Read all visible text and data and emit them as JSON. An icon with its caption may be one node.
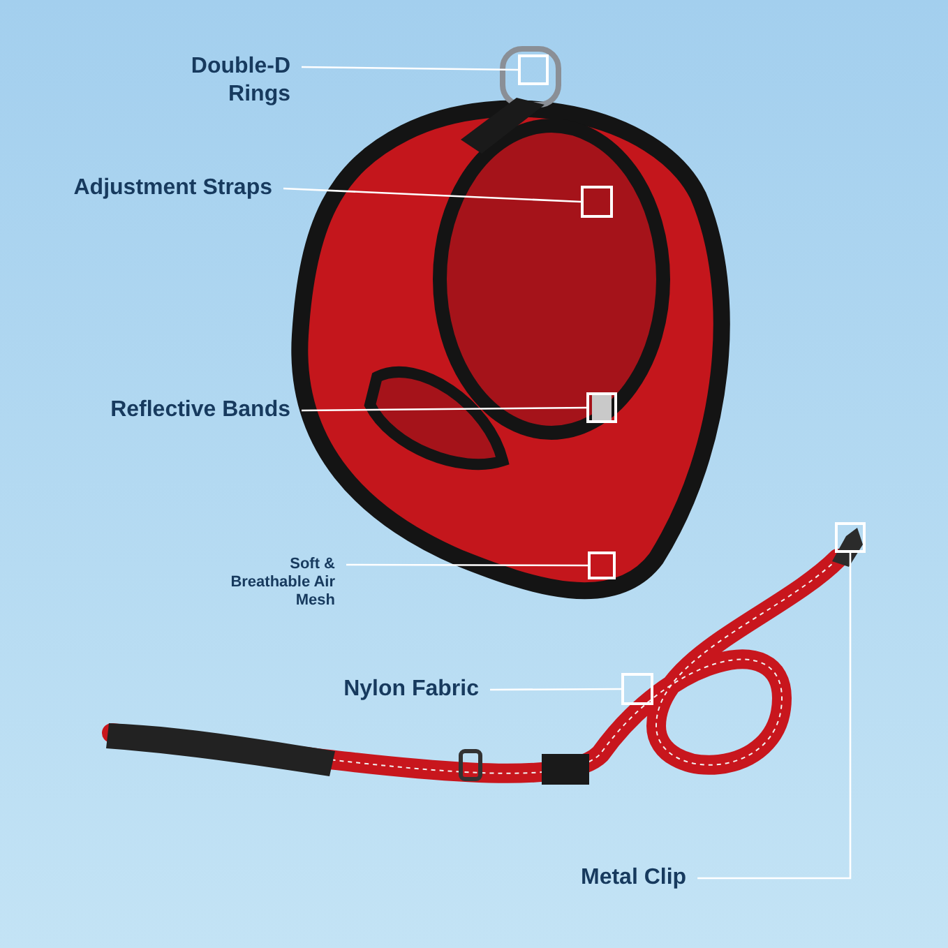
{
  "diagram": {
    "nodes": [
      {
        "text": [
          "Double-D Rings"
        ]
      },
      {
        "text": [],
        "shape": "box"
      },
      {
        "text": [
          "Adjustment Straps"
        ]
      },
      {
        "text": [],
        "shape": "box"
      },
      {
        "text": [
          "Reflective Bands"
        ]
      },
      {
        "text": [],
        "shape": "box"
      },
      {
        "text": [
          "Soft & Breathable Air Mesh"
        ]
      },
      {
        "text": [],
        "shape": "box"
      },
      {
        "text": [
          "Nylon Fabric"
        ]
      },
      {
        "text": [],
        "shape": "box"
      },
      {
        "text": [
          "Metal Clip"
        ]
      },
      {
        "text": [],
        "shape": "box"
      }
    ],
    "edges": [
      {
        "from": 0,
        "to": 1,
        "arrow": "none"
      },
      {
        "from": 2,
        "to": 3,
        "arrow": "none"
      },
      {
        "from": 4,
        "to": 5,
        "arrow": "none"
      },
      {
        "from": 6,
        "to": 7,
        "arrow": "none"
      },
      {
        "from": 8,
        "to": 9,
        "arrow": "none"
      },
      {
        "from": 10,
        "to": 11,
        "arrow": "none"
      }
    ]
  }
}
